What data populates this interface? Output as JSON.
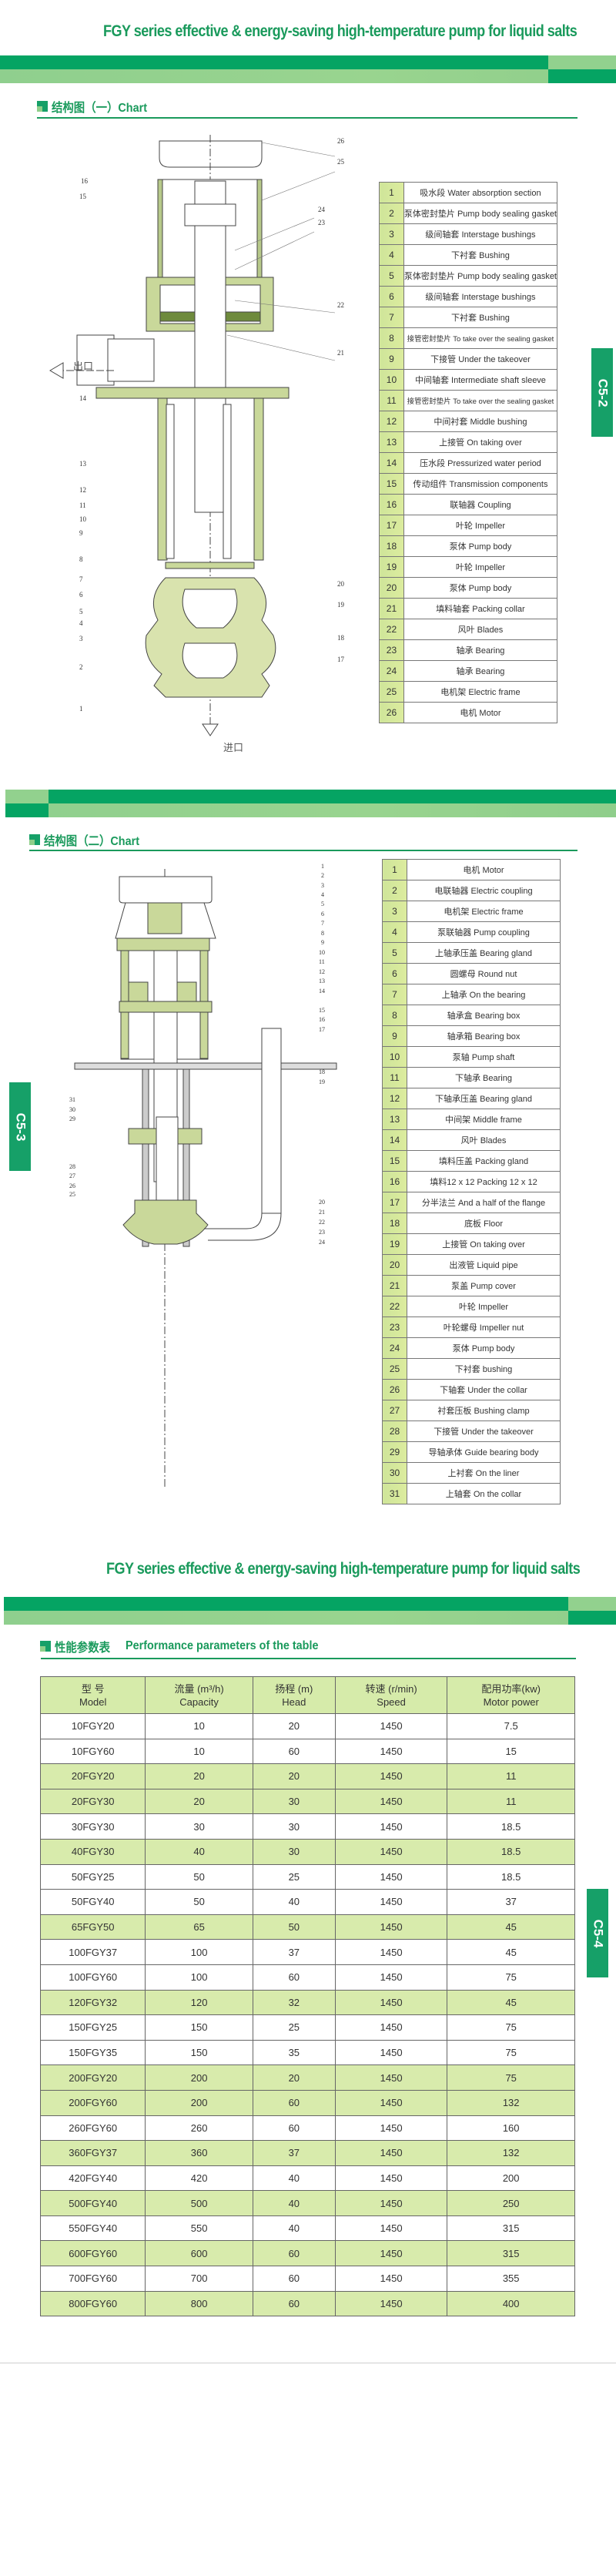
{
  "page_title": "FGY series effective & energy-saving high-temperature pump for liquid salts",
  "colors": {
    "brand_green": "#05a463",
    "light_green": "#99d48f",
    "title_green": "#1a9a5c",
    "row_highlight": "#d8ebac",
    "number_cell": "#d6e99c"
  },
  "section1": {
    "heading": "结构图（一）Chart",
    "side_tab": "C5-2",
    "diagram_labels": {
      "outlet": "出口",
      "inlet": "进口"
    },
    "parts": [
      {
        "no": "1",
        "label": "吸水段 Water absorption section"
      },
      {
        "no": "2",
        "label": "泵体密封垫片 Pump body sealing gasket"
      },
      {
        "no": "3",
        "label": "级间轴套 Interstage bushings"
      },
      {
        "no": "4",
        "label": "下衬套 Bushing"
      },
      {
        "no": "5",
        "label": "泵体密封垫片 Pump body sealing gasket"
      },
      {
        "no": "6",
        "label": "级间轴套 Interstage bushings"
      },
      {
        "no": "7",
        "label": "下衬套 Bushing"
      },
      {
        "no": "8",
        "label": "接管密封垫片 To take over the sealing gasket"
      },
      {
        "no": "9",
        "label": "下接管 Under the takeover"
      },
      {
        "no": "10",
        "label": "中间轴套 Intermediate shaft sleeve"
      },
      {
        "no": "11",
        "label": "接管密封垫片 To take over the sealing gasket"
      },
      {
        "no": "12",
        "label": "中间衬套 Middle bushing"
      },
      {
        "no": "13",
        "label": "上接管 On taking over"
      },
      {
        "no": "14",
        "label": "压水段 Pressurized water period"
      },
      {
        "no": "15",
        "label": "传动组件 Transmission components"
      },
      {
        "no": "16",
        "label": "联轴器 Coupling"
      },
      {
        "no": "17",
        "label": "叶轮 Impeller"
      },
      {
        "no": "18",
        "label": "泵体 Pump body"
      },
      {
        "no": "19",
        "label": "叶轮 Impeller"
      },
      {
        "no": "20",
        "label": "泵体 Pump body"
      },
      {
        "no": "21",
        "label": "填料轴套 Packing collar"
      },
      {
        "no": "22",
        "label": "风叶 Blades"
      },
      {
        "no": "23",
        "label": "轴承 Bearing"
      },
      {
        "no": "24",
        "label": "轴承 Bearing"
      },
      {
        "no": "25",
        "label": "电机架 Electric frame"
      },
      {
        "no": "26",
        "label": "电机 Motor"
      }
    ]
  },
  "section2": {
    "heading": "结构图（二）Chart",
    "side_tab": "C5-3",
    "parts": [
      {
        "no": "1",
        "label": "电机 Motor"
      },
      {
        "no": "2",
        "label": "电联轴器 Electric coupling"
      },
      {
        "no": "3",
        "label": "电机架 Electric frame"
      },
      {
        "no": "4",
        "label": "泵联轴器 Pump coupling"
      },
      {
        "no": "5",
        "label": "上轴承压盖 Bearing gland"
      },
      {
        "no": "6",
        "label": "圆螺母 Round nut"
      },
      {
        "no": "7",
        "label": "上轴承 On the bearing"
      },
      {
        "no": "8",
        "label": "轴承盒 Bearing box"
      },
      {
        "no": "9",
        "label": "轴承箱 Bearing box"
      },
      {
        "no": "10",
        "label": "泵轴 Pump shaft"
      },
      {
        "no": "11",
        "label": "下轴承 Bearing"
      },
      {
        "no": "12",
        "label": "下轴承压盖 Bearing gland"
      },
      {
        "no": "13",
        "label": "中间架 Middle frame"
      },
      {
        "no": "14",
        "label": "风叶 Blades"
      },
      {
        "no": "15",
        "label": "填料压盖 Packing gland"
      },
      {
        "no": "16",
        "label": "填料12 x 12 Packing 12 x 12"
      },
      {
        "no": "17",
        "label": "分半法兰 And a half of the flange"
      },
      {
        "no": "18",
        "label": "底板 Floor"
      },
      {
        "no": "19",
        "label": "上接管 On taking over"
      },
      {
        "no": "20",
        "label": "出液管 Liquid pipe"
      },
      {
        "no": "21",
        "label": "泵盖 Pump cover"
      },
      {
        "no": "22",
        "label": "叶轮 Impeller"
      },
      {
        "no": "23",
        "label": "叶轮螺母 Impeller nut"
      },
      {
        "no": "24",
        "label": "泵体 Pump body"
      },
      {
        "no": "25",
        "label": "下衬套 bushing"
      },
      {
        "no": "26",
        "label": "下轴套 Under the collar"
      },
      {
        "no": "27",
        "label": "衬套压板 Bushing clamp"
      },
      {
        "no": "28",
        "label": "下接管 Under the takeover"
      },
      {
        "no": "29",
        "label": "导轴承体 Guide bearing body"
      },
      {
        "no": "30",
        "label": "上衬套 On the liner"
      },
      {
        "no": "31",
        "label": "上轴套 On the collar"
      }
    ]
  },
  "section3": {
    "heading_cn": "性能参数表",
    "heading_en": "Performance parameters of the table",
    "side_tab": "C5-4",
    "columns": [
      {
        "cn": "型  号",
        "en": "Model"
      },
      {
        "cn": "流量 (m³/h)",
        "en": "Capacity"
      },
      {
        "cn": "扬程 (m)",
        "en": "Head"
      },
      {
        "cn": "转速 (r/min)",
        "en": "Speed"
      },
      {
        "cn": "配用功率(kw)",
        "en": "Motor power"
      }
    ],
    "rows": [
      {
        "model": "10FGY20",
        "capacity": "10",
        "head": "20",
        "speed": "1450",
        "power": "7.5",
        "hl": false
      },
      {
        "model": "10FGY60",
        "capacity": "10",
        "head": "60",
        "speed": "1450",
        "power": "15",
        "hl": false
      },
      {
        "model": "20FGY20",
        "capacity": "20",
        "head": "20",
        "speed": "1450",
        "power": "11",
        "hl": true
      },
      {
        "model": "20FGY30",
        "capacity": "20",
        "head": "30",
        "speed": "1450",
        "power": "11",
        "hl": true
      },
      {
        "model": "30FGY30",
        "capacity": "30",
        "head": "30",
        "speed": "1450",
        "power": "18.5",
        "hl": false
      },
      {
        "model": "40FGY30",
        "capacity": "40",
        "head": "30",
        "speed": "1450",
        "power": "18.5",
        "hl": true
      },
      {
        "model": "50FGY25",
        "capacity": "50",
        "head": "25",
        "speed": "1450",
        "power": "18.5",
        "hl": false
      },
      {
        "model": "50FGY40",
        "capacity": "50",
        "head": "40",
        "speed": "1450",
        "power": "37",
        "hl": false
      },
      {
        "model": "65FGY50",
        "capacity": "65",
        "head": "50",
        "speed": "1450",
        "power": "45",
        "hl": true
      },
      {
        "model": "100FGY37",
        "capacity": "100",
        "head": "37",
        "speed": "1450",
        "power": "45",
        "hl": false
      },
      {
        "model": "100FGY60",
        "capacity": "100",
        "head": "60",
        "speed": "1450",
        "power": "75",
        "hl": false
      },
      {
        "model": "120FGY32",
        "capacity": "120",
        "head": "32",
        "speed": "1450",
        "power": "45",
        "hl": true
      },
      {
        "model": "150FGY25",
        "capacity": "150",
        "head": "25",
        "speed": "1450",
        "power": "75",
        "hl": false
      },
      {
        "model": "150FGY35",
        "capacity": "150",
        "head": "35",
        "speed": "1450",
        "power": "75",
        "hl": false
      },
      {
        "model": "200FGY20",
        "capacity": "200",
        "head": "20",
        "speed": "1450",
        "power": "75",
        "hl": true
      },
      {
        "model": "200FGY60",
        "capacity": "200",
        "head": "60",
        "speed": "1450",
        "power": "132",
        "hl": true
      },
      {
        "model": "260FGY60",
        "capacity": "260",
        "head": "60",
        "speed": "1450",
        "power": "160",
        "hl": false
      },
      {
        "model": "360FGY37",
        "capacity": "360",
        "head": "37",
        "speed": "1450",
        "power": "132",
        "hl": true
      },
      {
        "model": "420FGY40",
        "capacity": "420",
        "head": "40",
        "speed": "1450",
        "power": "200",
        "hl": false
      },
      {
        "model": "500FGY40",
        "capacity": "500",
        "head": "40",
        "speed": "1450",
        "power": "250",
        "hl": true
      },
      {
        "model": "550FGY40",
        "capacity": "550",
        "head": "40",
        "speed": "1450",
        "power": "315",
        "hl": false
      },
      {
        "model": "600FGY60",
        "capacity": "600",
        "head": "60",
        "speed": "1450",
        "power": "315",
        "hl": true
      },
      {
        "model": "700FGY60",
        "capacity": "700",
        "head": "60",
        "speed": "1450",
        "power": "355",
        "hl": false
      },
      {
        "model": "800FGY60",
        "capacity": "800",
        "head": "60",
        "speed": "1450",
        "power": "400",
        "hl": true
      }
    ]
  }
}
